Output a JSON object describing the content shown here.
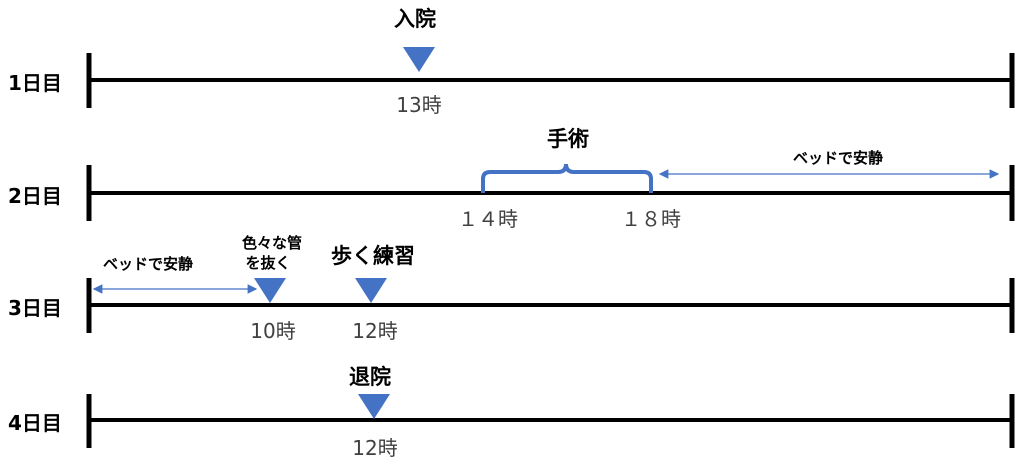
{
  "days": [
    {
      "label": "1日目"
    },
    {
      "label": "2日目"
    },
    {
      "label": "3日目"
    },
    {
      "label": "4日目"
    }
  ],
  "events": {
    "admission": "入院",
    "surgery": "手術",
    "tubes_line1": "色々な管",
    "tubes_line2": "を抜く",
    "walking": "歩く練習",
    "discharge": "退院",
    "bed_rest_day2": "ベッドで安静",
    "bed_rest_day3": "ベッドで安静"
  },
  "times": {
    "day1_admission": "13時",
    "day2_start": "１４時",
    "day2_end": "１８時",
    "day3_tubes": "10時",
    "day3_walk": "12時",
    "day4_discharge": "12時"
  },
  "colors": {
    "marker": "#4472C4",
    "line": "#000000",
    "arrow": "#4472C4"
  }
}
